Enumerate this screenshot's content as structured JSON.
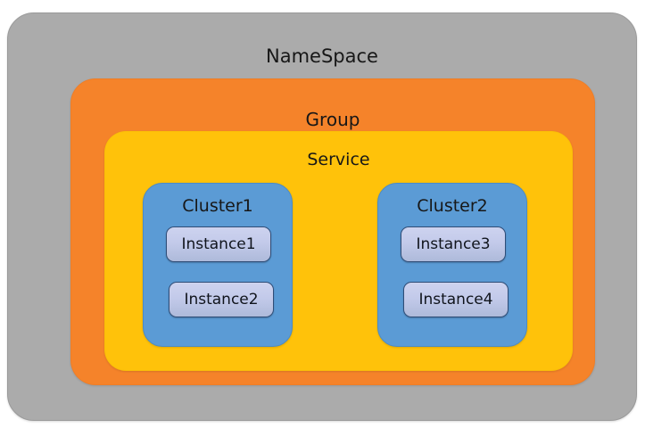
{
  "diagram": {
    "type": "nested-containment",
    "title": "NameSpace",
    "background_color": "#ffffff",
    "levels": [
      "NameSpace",
      "Group",
      "Service",
      "Cluster",
      "Instance"
    ],
    "colors": {
      "namespace": "#ababab",
      "group": "#f5832a",
      "service": "#ffc20a",
      "cluster": "#5b9bd5",
      "instance": "#c5ccea",
      "instance_border": "#2f4d77",
      "text": "#171717"
    },
    "namespace": {
      "label": "NameSpace",
      "group": {
        "label": "Group",
        "service": {
          "label": "Service",
          "clusters": [
            {
              "label": "Cluster1",
              "instances": [
                {
                  "label": "Instance1"
                },
                {
                  "label": "Instance2"
                }
              ]
            },
            {
              "label": "Cluster2",
              "instances": [
                {
                  "label": "Instance3"
                },
                {
                  "label": "Instance4"
                }
              ]
            }
          ]
        }
      }
    }
  }
}
